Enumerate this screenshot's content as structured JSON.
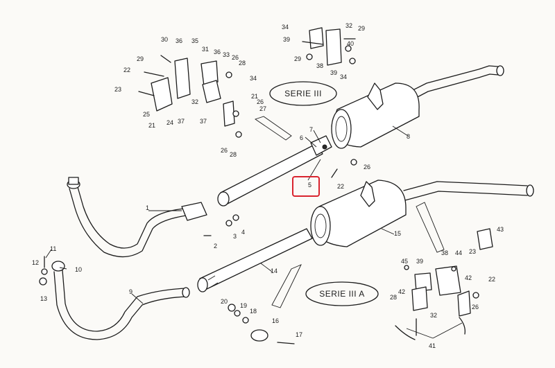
{
  "series_labels": {
    "top": "SERIE III",
    "bottom": "SERIE III A"
  },
  "highlight": {
    "part_number": "5",
    "color": "#d9232e"
  },
  "part_numbers": [
    "30",
    "36",
    "35",
    "31",
    "36",
    "33",
    "26",
    "28",
    "29",
    "22",
    "23",
    "34",
    "25",
    "21",
    "24",
    "37",
    "32",
    "37",
    "21",
    "26",
    "27",
    "26",
    "28",
    "34",
    "32",
    "29",
    "39",
    "40",
    "29",
    "38",
    "39",
    "34",
    "7",
    "6",
    "8",
    "26",
    "22",
    "1",
    "2",
    "3",
    "4",
    "14",
    "15",
    "11",
    "10",
    "12",
    "13",
    "9",
    "20",
    "19",
    "18",
    "16",
    "17",
    "43",
    "44",
    "38",
    "23",
    "45",
    "39",
    "42",
    "42",
    "22",
    "28",
    "32",
    "26",
    "41"
  ]
}
